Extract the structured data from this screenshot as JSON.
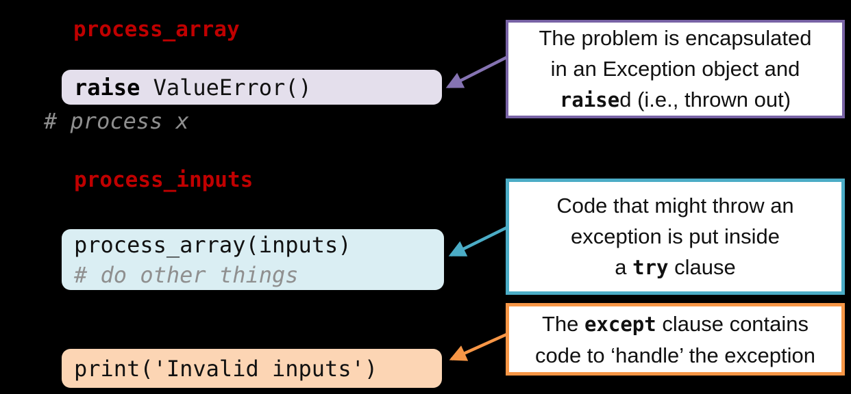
{
  "slide": {
    "background_color": "#000000",
    "code": {
      "function1_label": "process_array",
      "raise_line": {
        "keyword": "raise",
        "rest": "ValueError()"
      },
      "comment_process_x": "# process x",
      "function2_label": "process_inputs",
      "try_block": {
        "call_line": "process_array(inputs)",
        "comment": "# do other things"
      },
      "except_block": {
        "print_line": "print('Invalid inputs')"
      }
    },
    "callouts": {
      "raised": {
        "line1": "The problem is encapsulated",
        "line2": "in an Exception object and",
        "line3_code": "raise",
        "line3_after": "d (i.e., thrown out)",
        "border_color": "#7863a5",
        "arrow_color": "#8573b2"
      },
      "try": {
        "line1": "Code that might throw an",
        "line2": "exception is put inside",
        "line3_before": "a ",
        "line3_code": "try",
        "line3_after": " clause",
        "border_color": "#4bacc6",
        "arrow_color": "#4bacc6"
      },
      "except": {
        "line1_before": "The ",
        "line1_code": "except",
        "line1_after": " clause contains",
        "line2": "code to ‘handle’ the exception",
        "border_color": "#f79646",
        "arrow_color": "#f79646"
      }
    },
    "colors": {
      "function_label": "#c00000",
      "raise_box_bg": "#e4dfec",
      "try_box_bg": "#daeef3",
      "except_box_bg": "#fcd5b4",
      "comment_gray": "#8f8f8f"
    }
  }
}
